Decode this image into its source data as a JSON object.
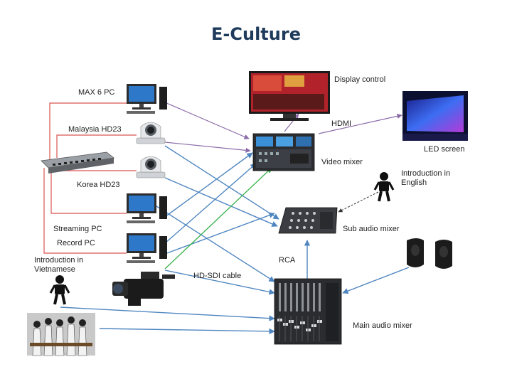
{
  "title": "E-Culture",
  "labels": {
    "max_pc": "MAX 6 PC",
    "malaysia": "Malaysia HD23",
    "korea": "Korea HD23",
    "streaming_pc": "Streaming PC",
    "record_pc": "Record PC",
    "intro_vietnamese": "Introduction in Vietnamese",
    "display_control": "Display control",
    "hdmi": "HDMI",
    "led_screen": "LED screen",
    "video_mixer": "Video mixer",
    "intro_english": "Introduction in English",
    "sub_audio_mixer": "Sub audio mixer",
    "rca": "RCA",
    "hd_sdi": "HD-SDI cable",
    "main_audio_mixer": "Main audio mixer"
  },
  "colors": {
    "title": "#1f3b5c",
    "red_link": "#d9534f",
    "purple_link": "#8a6aa8",
    "blue_link": "#4f86c0",
    "green_link": "#38b24a",
    "black_link": "#333333"
  },
  "icons": [
    "pc-monitor-icon",
    "ptz-camera-icon",
    "network-switch-icon",
    "person-icon",
    "video-mixer-icon",
    "audio-mixer-icon",
    "speaker-icon",
    "camcorder-icon",
    "led-screen-icon",
    "display-control-icon"
  ]
}
